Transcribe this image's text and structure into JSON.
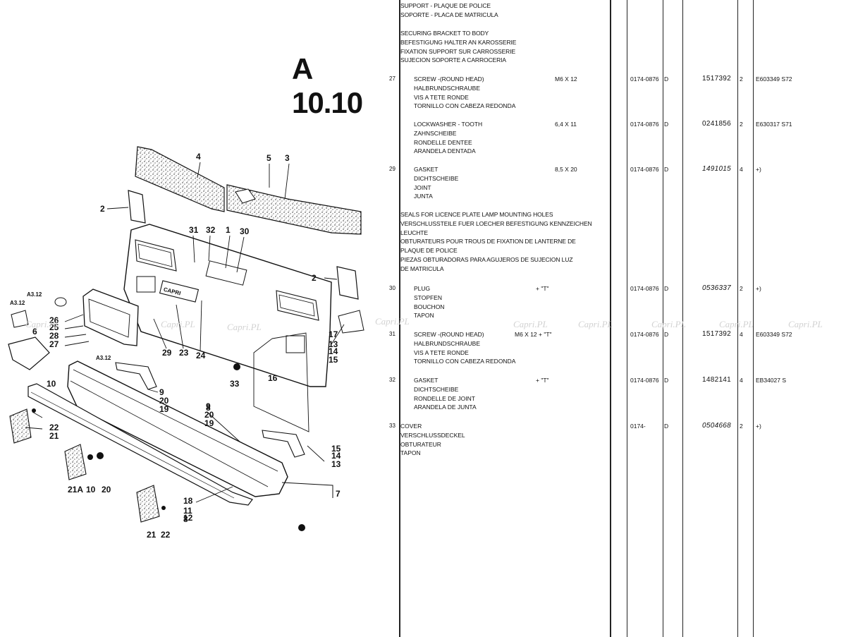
{
  "page": {
    "code": "A 10.10"
  },
  "watermark": "Capri.PL",
  "header_blocks": [
    {
      "lines": [
        "SUPPORT - PLAQUE DE POLICE",
        "SOPORTE - PLACA DE MATRICULA"
      ]
    },
    {
      "lines": [
        "SECURING BRACKET TO BODY",
        "BEFESTIGUNG HALTER AN KAROSSERIE",
        "FIXATION SUPPORT SUR CARROSSERIE",
        "SUJECION SOPORTE A CARROCERIA"
      ]
    },
    {
      "lines": [
        "SEALS FOR LICENCE PLATE LAMP MOUNTING HOLES",
        "VERSCHLUSSTEILE FUER LOECHER BEFESTIGUNG KENNZEICHEN",
        "LEUCHTE",
        "OBTURATEURS POUR TROUS DE FIXATION DE LANTERNE DE",
        "PLAQUE DE POLICE",
        "PIEZAS OBTURADORAS PARA AGUJEROS DE SUJECION LUZ",
        "DE MATRICULA"
      ]
    }
  ],
  "parts": [
    {
      "pos": "27",
      "desc": [
        "SCREW -(ROUND HEAD)",
        "HALBRUNDSCHRAUBE",
        "VIS A TETE RONDE",
        "TORNILLO CON CABEZA REDONDA"
      ],
      "size": "M6 X 12",
      "date": "0174-0876",
      "code": "D",
      "part_no": "1517392",
      "qty": "2",
      "ref": "E603349 S72"
    },
    {
      "pos": "",
      "desc": [
        "LOCKWASHER - TOOTH",
        "ZAHNSCHEIBE",
        "RONDELLE DENTEE",
        "ARANDELA DENTADA"
      ],
      "size": "6,4 X 11",
      "date": "0174-0876",
      "code": "D",
      "part_no": "0241856",
      "qty": "2",
      "ref": "E630317 S71"
    },
    {
      "pos": "29",
      "desc": [
        "GASKET",
        "DICHTSCHEIBE",
        "JOINT",
        "JUNTA"
      ],
      "size": "8,5 X 20",
      "date": "0174-0876",
      "code": "D",
      "part_no": "1491015",
      "qty": "4",
      "ref": "+)"
    },
    {
      "pos": "30",
      "desc": [
        "PLUG",
        "STOPFEN",
        "BOUCHON",
        "TAPON"
      ],
      "size": "+ \"T\"",
      "date": "0174-0876",
      "code": "D",
      "part_no": "0536337",
      "qty": "2",
      "ref": "+)"
    },
    {
      "pos": "31",
      "desc": [
        "SCREW -(ROUND HEAD)",
        "HALBRUNDSCHRAUBE",
        "VIS A TETE RONDE",
        "TORNILLO CON CABEZA REDONDA"
      ],
      "size": "M6 X 12 + \"T\"",
      "date": "0174-0876",
      "code": "D",
      "part_no": "1517392",
      "qty": "4",
      "ref": "E603349 S72"
    },
    {
      "pos": "32",
      "desc": [
        "GASKET",
        "DICHTSCHEIBE",
        "RONDELLE DE JOINT",
        "ARANDELA DE JUNTA"
      ],
      "size": "+ \"T\"",
      "date": "0174-0876",
      "code": "D",
      "part_no": "1482141",
      "qty": "4",
      "ref": "EB34027 S"
    },
    {
      "pos": "33",
      "desc": [
        "COVER",
        "VERSCHLUSSDECKEL",
        "OBTURATEUR",
        "TAPON"
      ],
      "size": "",
      "date": "0174-",
      "code": "D",
      "part_no": "0504668",
      "qty": "2",
      "ref": "+)"
    }
  ],
  "callouts": [
    "1",
    "2",
    "2",
    "3",
    "4",
    "5",
    "6",
    "7",
    "8",
    "8",
    "9",
    "9",
    "10",
    "10",
    "11",
    "12",
    "13",
    "13",
    "14",
    "14",
    "15",
    "15",
    "16",
    "17",
    "18",
    "19",
    "19",
    "20",
    "20",
    "20",
    "21",
    "21",
    "21A",
    "22",
    "22",
    "23",
    "24",
    "25",
    "26",
    "27",
    "28",
    "29",
    "30",
    "31",
    "32",
    "33",
    "A3.12",
    "A3.12",
    "A3.12"
  ],
  "plate_text": "CAPRI"
}
